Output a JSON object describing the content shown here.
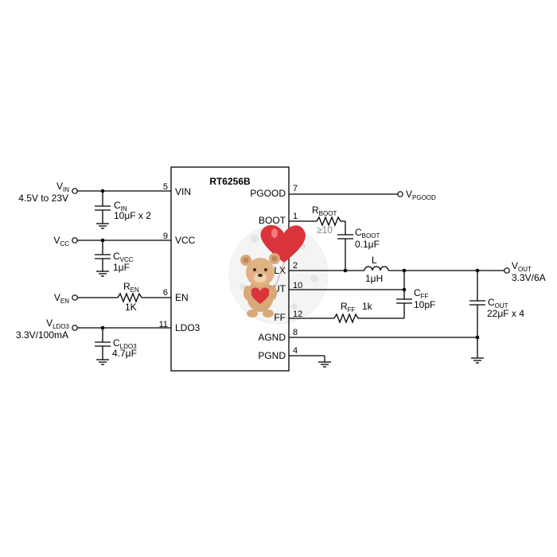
{
  "chip": {
    "name": "RT6256B",
    "left_pins": [
      {
        "num": "5",
        "name": "VIN"
      },
      {
        "num": "9",
        "name": "VCC"
      },
      {
        "num": "6",
        "name": "EN"
      },
      {
        "num": "11",
        "name": "LDO3"
      }
    ],
    "right_pins": [
      {
        "num": "7",
        "name": "PGOOD"
      },
      {
        "num": "1",
        "name": "BOOT"
      },
      {
        "num": "2",
        "name": "LX"
      },
      {
        "num": "10",
        "name": "VOUT"
      },
      {
        "num": "12",
        "name": "FF"
      },
      {
        "num": "8",
        "name": "AGND"
      },
      {
        "num": "4",
        "name": "PGND"
      }
    ]
  },
  "nets": {
    "vin": {
      "main": "V",
      "sub": "IN",
      "desc": "4.5V to 23V"
    },
    "vcc": {
      "main": "V",
      "sub": "CC"
    },
    "ven": {
      "main": "V",
      "sub": "EN"
    },
    "vldo3": {
      "main": "V",
      "sub": "LDO3",
      "desc": "3.3V/100mA"
    },
    "vpgood": {
      "main": "V",
      "sub": "PGOOD"
    },
    "vout": {
      "main": "V",
      "sub": "OUT",
      "desc": "3.3V/6A"
    }
  },
  "components": {
    "cin": {
      "main": "C",
      "sub": "IN",
      "value": "10μF x 2"
    },
    "cvcc": {
      "main": "C",
      "sub": "VCC",
      "value": "1μF"
    },
    "ren": {
      "main": "R",
      "sub": "EN",
      "value": "1K"
    },
    "cldo3": {
      "main": "C",
      "sub": "LDO3",
      "value": "4.7μF"
    },
    "rboot": {
      "main": "R",
      "sub": "BOOT",
      "value": "≥10"
    },
    "cboot": {
      "main": "C",
      "sub": "BOOT",
      "value": "0.1μF"
    },
    "l": {
      "main": "L",
      "value": "1μH"
    },
    "cff": {
      "main": "C",
      "sub": "FF",
      "value": "10pF"
    },
    "rff": {
      "main": "R",
      "sub": "FF",
      "value": "1k"
    },
    "cout": {
      "main": "C",
      "sub": "OUT",
      "value": "22μF x 4"
    }
  },
  "colors": {
    "wire": "#000000",
    "heart": "#d9343c",
    "bear_fur": "#d9a877",
    "watermark": "#e6e6e6"
  },
  "overlay_icon": "teddy-bear-with-heart-icon"
}
